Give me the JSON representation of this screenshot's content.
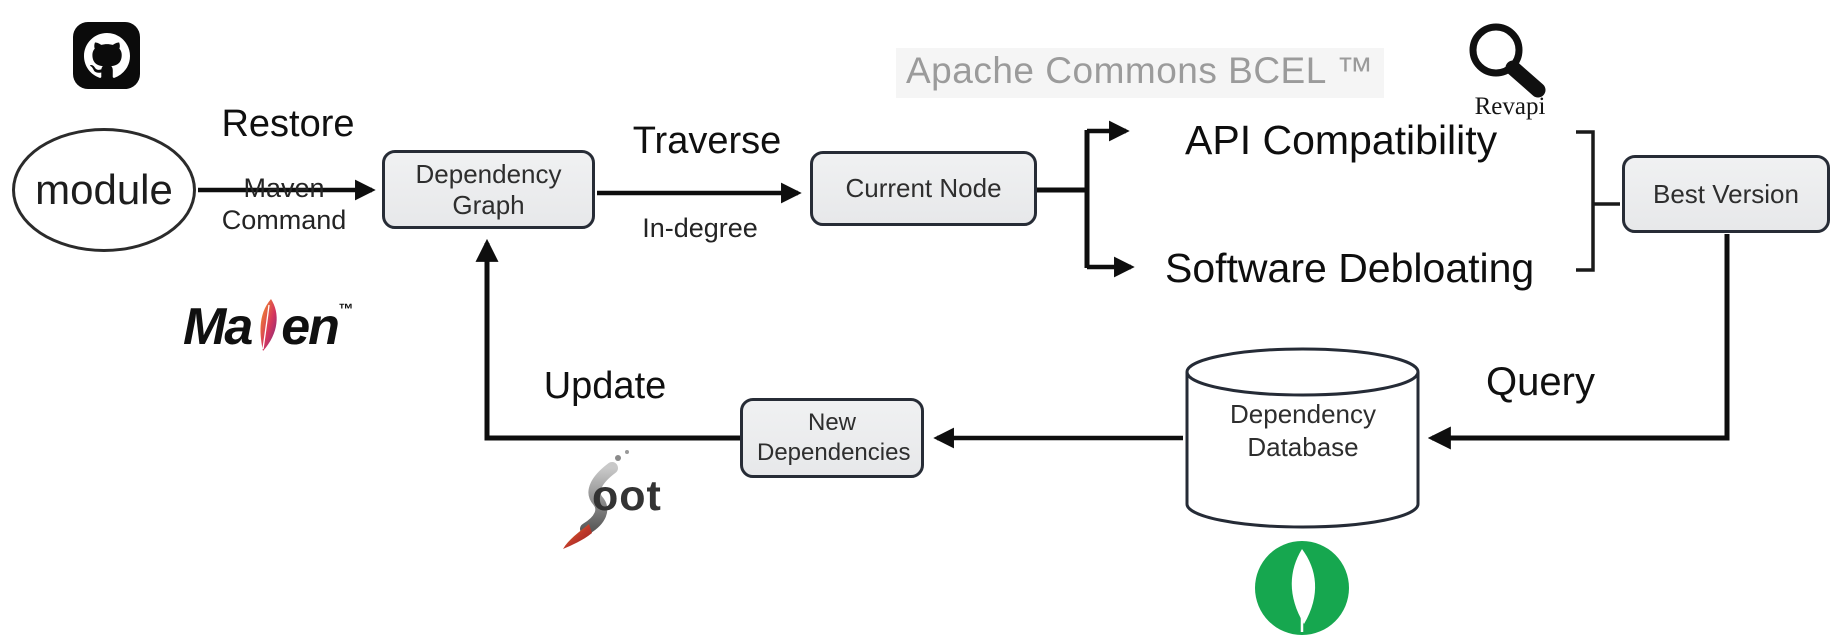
{
  "diagram": {
    "watermark": "Apache Commons BCEL ™",
    "nodes": {
      "module": {
        "label": "module"
      },
      "dependency_graph": {
        "label": "Dependency Graph"
      },
      "current_node": {
        "label": "Current Node"
      },
      "best_version": {
        "label": "Best Version"
      },
      "dependency_database": {
        "label": "Dependency Database"
      },
      "new_dependencies": {
        "label": "New Dependencies"
      }
    },
    "edges": {
      "restore": {
        "label": "Restore",
        "sublabel": "Maven Command"
      },
      "traverse": {
        "label": "Traverse",
        "sublabel": "In-degree"
      },
      "query": {
        "label": "Query"
      },
      "update": {
        "label": "Update"
      }
    },
    "outputs": {
      "api_compatibility": "API Compatibility",
      "software_debloating": "Software Debloating"
    },
    "logos": {
      "revapi": {
        "label": "Revapi",
        "icon": "magnifier-icon"
      },
      "github": {
        "icon": "octocat-icon"
      },
      "maven": {
        "text_before": "Ma",
        "text_after": "en",
        "trademark": "™",
        "icon": "feather-icon"
      },
      "soot": {
        "text": "oot",
        "icon": "soot-swoosh-icon"
      },
      "mongodb": {
        "icon": "leaf-icon"
      }
    },
    "colors": {
      "node_fill": "#ebecee",
      "node_border": "#272c36",
      "connector": "#0e0e0e",
      "watermark_text": "#9b9b9b",
      "mongodb_green": "#16a74f",
      "github_black": "#0b0b0b"
    }
  }
}
